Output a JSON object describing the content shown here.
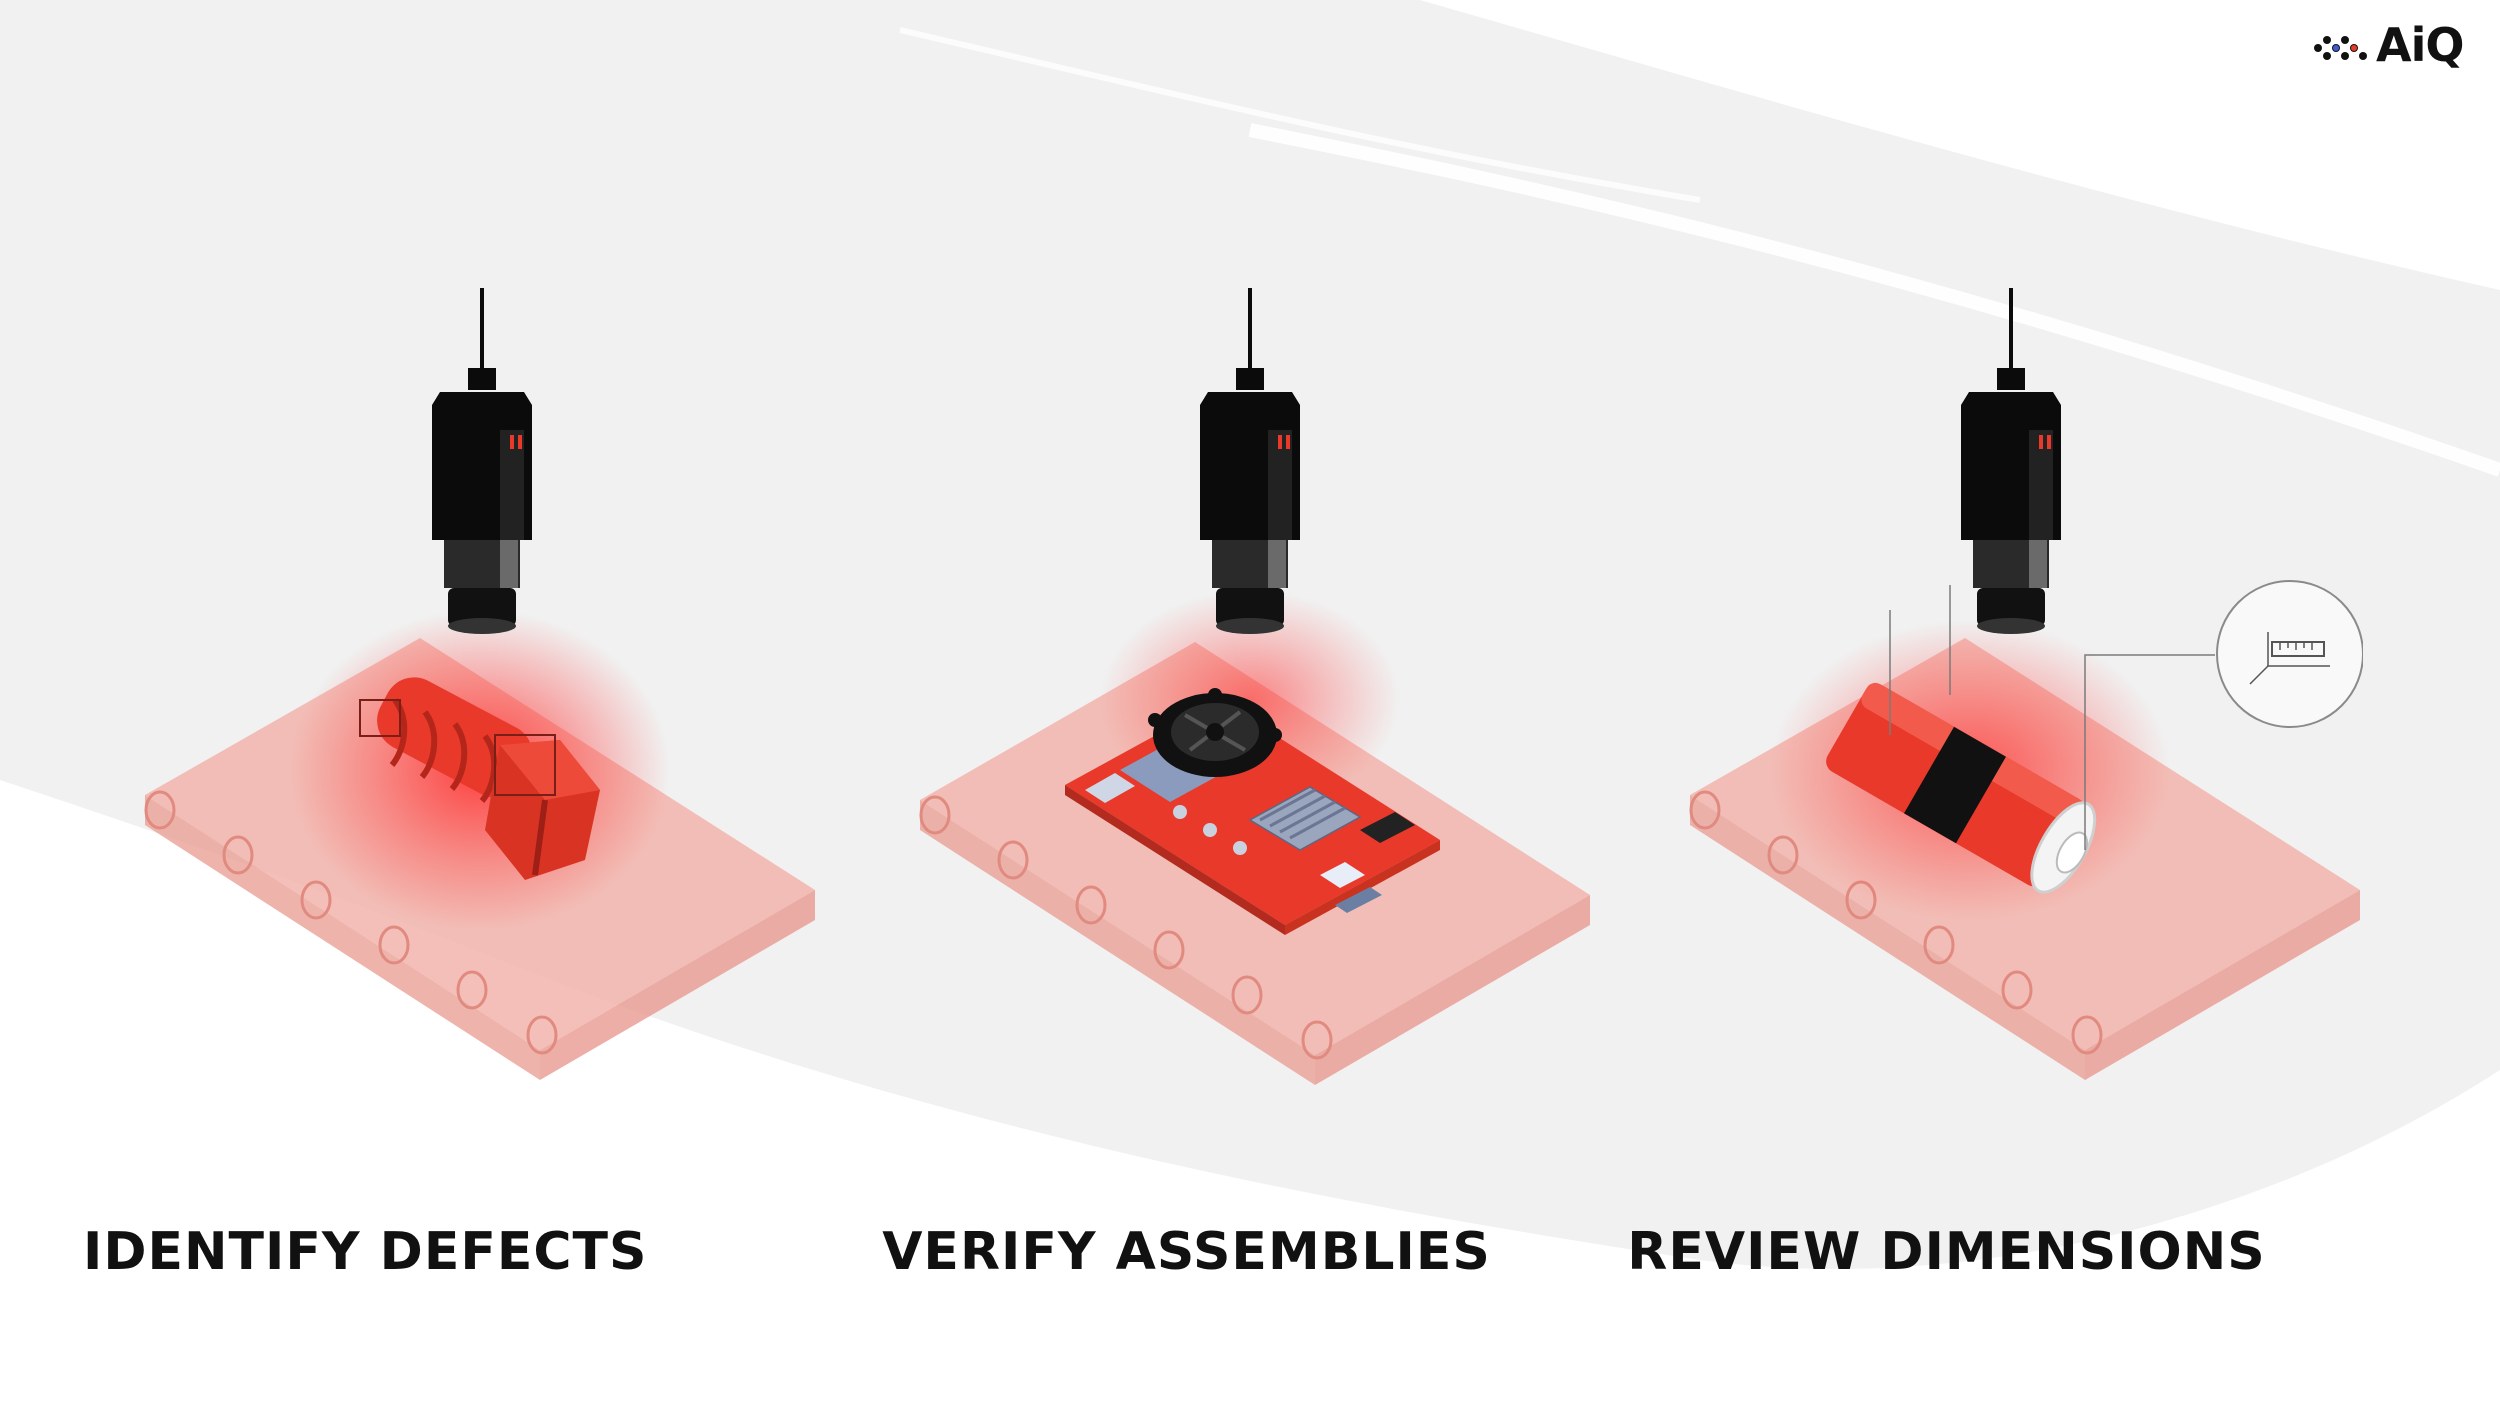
{
  "brand": {
    "name": "AiQ",
    "logo_icon": "dots-logo-icon"
  },
  "colors": {
    "accent": "#e8392a",
    "camera": "#0b0b0b",
    "belt": "#f2b4ab",
    "text": "#111111",
    "background_smudge": "#f1f1f1"
  },
  "panels": [
    {
      "caption": "IDENTIFY DEFECTS",
      "object_icon": "bolt-icon"
    },
    {
      "caption": "VERIFY ASSEMBLIES",
      "object_icon": "circuit-board-icon"
    },
    {
      "caption": "REVIEW DIMENSIONS",
      "object_icon": "battery-icon"
    }
  ]
}
